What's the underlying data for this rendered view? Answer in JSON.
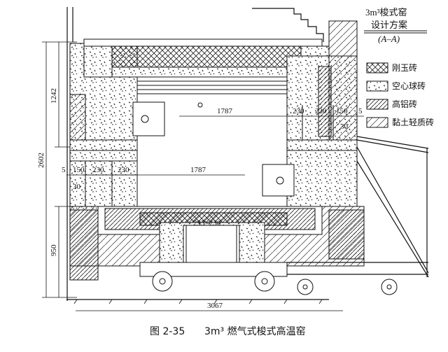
{
  "title_block": {
    "line1": "3m³梭式窑",
    "line2": "设计方案",
    "line3": "(A–A)"
  },
  "legend": [
    {
      "label": "刚玉砖",
      "pattern": "crosshatch"
    },
    {
      "label": "空心球砖",
      "pattern": "speckle"
    },
    {
      "label": "高铝砖",
      "pattern": "diag-dense"
    },
    {
      "label": "黏土轻质砖",
      "pattern": "diag-sparse"
    }
  ],
  "dimensions": {
    "inner_width_upper": "1787",
    "inner_width_lower": "1787",
    "right_wall_1": "230",
    "right_wall_2": "230",
    "right_wall_3": "150",
    "right_gap": "5",
    "right_offset": "30",
    "left_gap": "5",
    "left_wall_1": "150",
    "left_wall_2": "230",
    "left_wall_3": "230",
    "left_offset": "30",
    "height_upper": "1242",
    "height_total": "2602",
    "height_car": "950",
    "flue_size": "293×230",
    "car_length": "3067"
  },
  "caption": {
    "figure_no": "图 2-35",
    "text": "3m³ 燃气式梭式高温窑"
  }
}
